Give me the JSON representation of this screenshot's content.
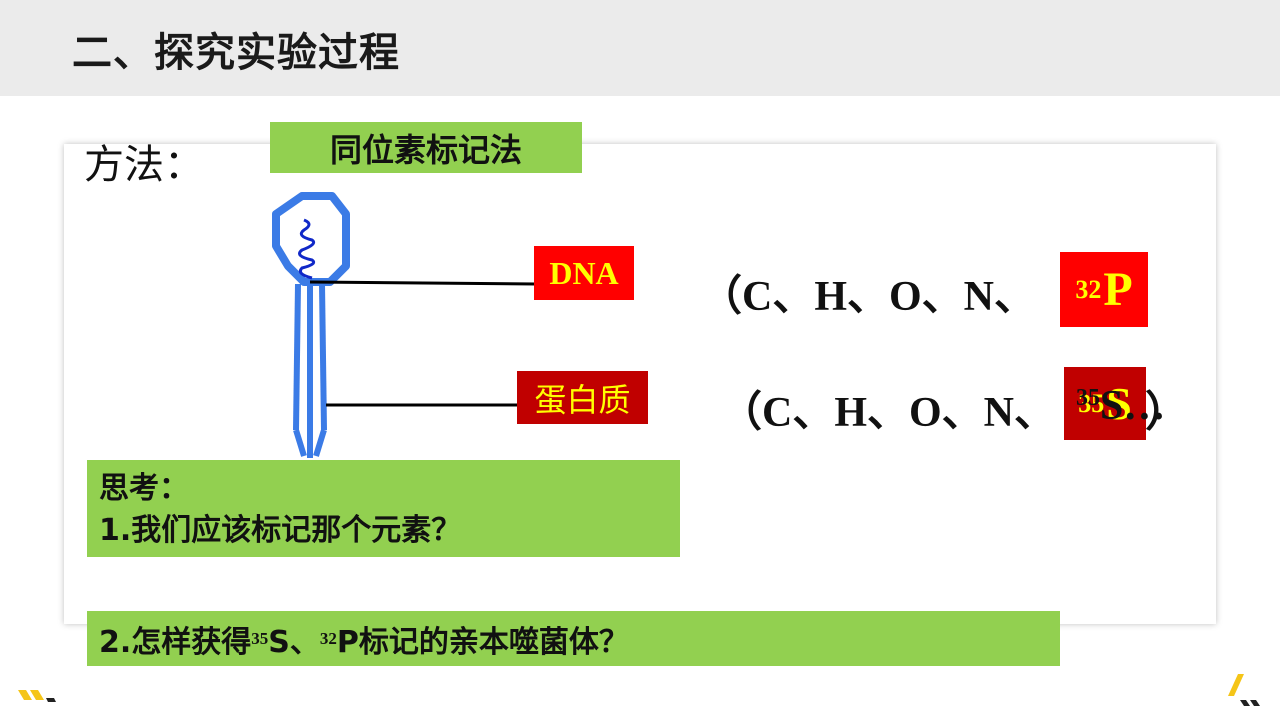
{
  "header": {
    "title": "二、探究实验过程"
  },
  "method": {
    "label": "方法：",
    "value": "同位素标记法"
  },
  "labels": {
    "dna": "DNA",
    "protein": "蛋白质"
  },
  "formulas": {
    "dna_elements": "（C、H、O、N、",
    "dna_isotope_mass": "32",
    "dna_isotope_symbol": "P",
    "protein_elements": "（C、H、O、N、",
    "protein_isotope_mass": "35",
    "protein_isotope_symbol": "S",
    "protein_overlap_mass": "35",
    "protein_overlap_text": "S…",
    "protein_close": "）"
  },
  "think": {
    "title": "思考：",
    "q1": "1.我们应该标记那个元素？"
  },
  "q2": {
    "prefix": "2.怎样获得",
    "s_mass": "35",
    "s_text": "S、",
    "p_mass": "32",
    "p_text": "P标记的亲本噬菌体？"
  },
  "colors": {
    "green": "#92d050",
    "red": "#ff0000",
    "dark_red": "#c00000",
    "yellow": "#ffff00",
    "phage_blue": "#3b7be6",
    "dna_blue": "#1028c8",
    "deco_yellow": "#f5c518"
  }
}
